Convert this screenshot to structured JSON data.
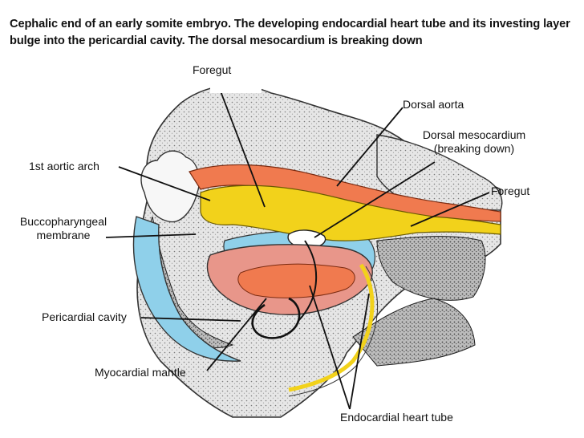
{
  "caption": "Cephalic end of an early somite embryo. The developing endocardial heart tube and its investing layer bulge into the pericardial cavity. The dorsal mesocardium is breaking down",
  "labels": {
    "foregut_top": "Foregut",
    "dorsal_aorta": "Dorsal aorta",
    "dorsal_mesocardium": "Dorsal mesocardium",
    "dorsal_mesocardium_sub": "(breaking down)",
    "foregut_right": "Foregut",
    "first_aortic_arch": "1st aortic arch",
    "buccopharyngeal": "Buccopharyngeal",
    "buccopharyngeal_sub": "membrane",
    "pericardial_cavity": "Pericardial cavity",
    "myocardial_mantle": "Myocardial mantle",
    "endocardial_heart_tube": "Endocardial heart tube"
  },
  "colors": {
    "endoderm_yellow": "#f2d21b",
    "aorta_orange": "#f07a4f",
    "myocardium_pink": "#e8968a",
    "cavity_blue": "#8fd0ea",
    "ectoderm_gray": "#d9d9d9",
    "dark_shadow": "#2a2a2a"
  }
}
